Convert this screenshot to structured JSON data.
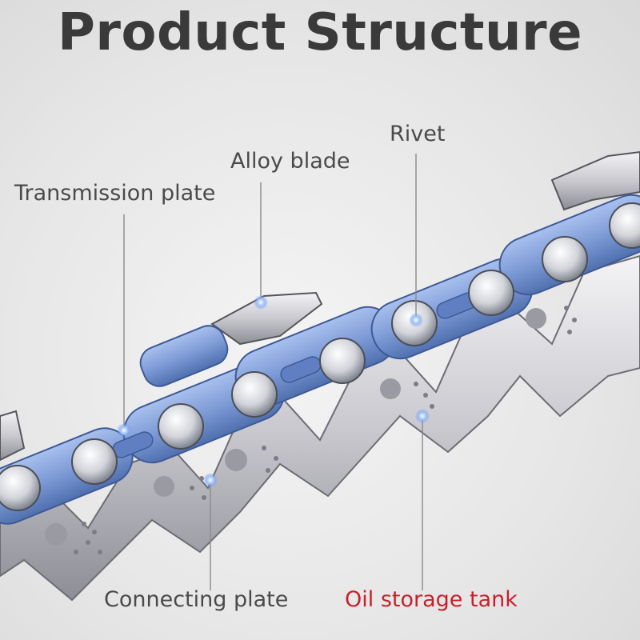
{
  "title": "Product Structure",
  "labels": {
    "transmission_plate": "Transmission plate",
    "alloy_blade": "Alloy blade",
    "rivet": "Rivet",
    "connecting_plate": "Connecting plate",
    "oil_storage_tank": "Oil storage tank"
  },
  "colors": {
    "title": "#3a3a3a",
    "label": "#4a4a4a",
    "highlight_label": "#c8202a",
    "link_blue": "#7d9bd6",
    "steel": "#d8d8dc",
    "marker": "#8fb4ff"
  }
}
